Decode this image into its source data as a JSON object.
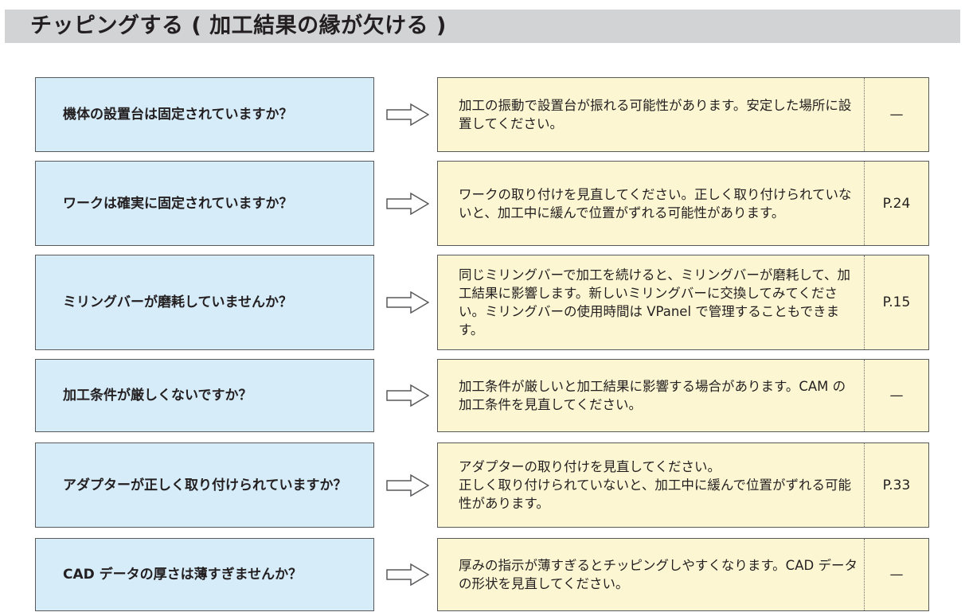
{
  "page_title": "チッピングする ( 加工結果の縁が欠ける )",
  "rows": [
    {
      "question": "機体の設置台は固定されていますか？",
      "answer": "加工の振動で設置台が振れる可能性があります。安定した場所に設置してください。",
      "reference": "—"
    },
    {
      "question": "ワークは確実に固定されていますか？",
      "answer": "ワークの取り付けを見直してください。正しく取り付けられていないと、加工中に緩んで位置がずれる可能性があります。",
      "reference": "P.24"
    },
    {
      "question": "ミリングバーが磨耗していませんか？",
      "answer": "同じミリングバーで加工を続けると、ミリングバーが磨耗して、加工結果に影響します。新しいミリングバーに交換してみてください。ミリングバーの使用時間は VPanel で管理することもできます。",
      "reference": "P.15"
    },
    {
      "question": "加工条件が厳しくないですか？",
      "answer": "加工条件が厳しいと加工結果に影響する場合があります。CAM の加工条件を見直してください。",
      "reference": "—"
    },
    {
      "question": "アダプターが正しく取り付けられていますか？",
      "answer": "アダプターの取り付けを見直してください。\n正しく取り付けられていないと、加工中に緩んで位置がずれる可能性があります。",
      "reference": "P.33"
    },
    {
      "question": "CAD データの厚さは薄すぎませんか？",
      "answer": "厚みの指示が薄すぎるとチッピングしやすくなります。CAD データの形状を見直してください。",
      "reference": "—"
    }
  ]
}
